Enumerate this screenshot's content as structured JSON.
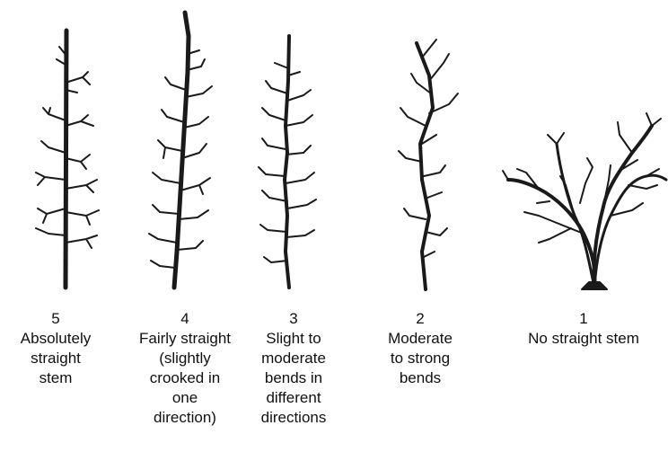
{
  "ink_color": "#1a1a1a",
  "grades": [
    {
      "score": "5",
      "description": "Absolutely\nstraight\nstem"
    },
    {
      "score": "4",
      "description": "Fairly straight\n(slightly\ncrooked in\none\ndirection)"
    },
    {
      "score": "3",
      "description": "Slight to\nmoderate\nbends in\ndifferent\ndirections"
    },
    {
      "score": "2",
      "description": "Moderate\nto strong\nbends"
    },
    {
      "score": "1",
      "description": "No straight stem"
    }
  ]
}
